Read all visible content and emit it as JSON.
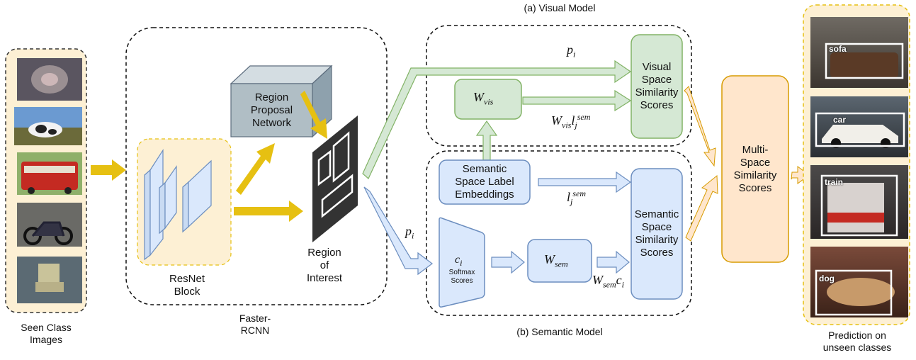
{
  "panels": {
    "seen": "Seen Class\nImages",
    "faster_rcnn": "Faster-\nRCNN",
    "visual_model": "(a) Visual Model",
    "semantic_model": "(b) Semantic Model",
    "prediction": "Prediction on\nunseen classes"
  },
  "blocks": {
    "resnet": "ResNet\nBlock",
    "rpn": "Region\nProposal\nNetwork",
    "roi": "Region\nof\nInterest",
    "w_vis": "W",
    "w_vis_sub": "vis",
    "visual_scores": "Visual\nSpace\nSimilarity\nScores",
    "label_embeddings": "Semantic\nSpace Label\nEmbeddings",
    "softmax_c": "c",
    "softmax_c_sub": "i",
    "softmax_text": "Softmax\nScores",
    "w_sem": "W",
    "w_sem_sub": "sem",
    "semantic_scores": "Semantic\nSpace\nSimilarity\nScores",
    "multi_scores": "Multi-\nSpace\nSimilarity\nScores"
  },
  "math": {
    "p_top": "p",
    "p_top_sub": "i",
    "p_bottom": "p",
    "p_bottom_sub": "i",
    "wvis_l": "W",
    "wvis_l_sub1": "vis",
    "wvis_l_l": "l",
    "wvis_l_sub2": "j",
    "wvis_l_sup": "sem",
    "l_sem": "l",
    "l_sem_sub": "j",
    "l_sem_sup": "sem",
    "wsem_c": "W",
    "wsem_c_sub1": "sem",
    "wsem_c_c": "c",
    "wsem_c_sub2": "i"
  },
  "predictions": [
    "sofa",
    "car",
    "train",
    "dog"
  ],
  "colors": {
    "yellow_fill": "#fdf0d4",
    "yellow_arrow": "#e6c012",
    "green_fill": "#d5e8d4",
    "green_stroke": "#82b366",
    "blue_fill": "#dae8fc",
    "blue_stroke": "#6c8ebf",
    "orange_fill": "#ffe6cc",
    "orange_stroke": "#d79b00",
    "grey_fill": "#b0bec5",
    "roi_fill": "#333333"
  }
}
